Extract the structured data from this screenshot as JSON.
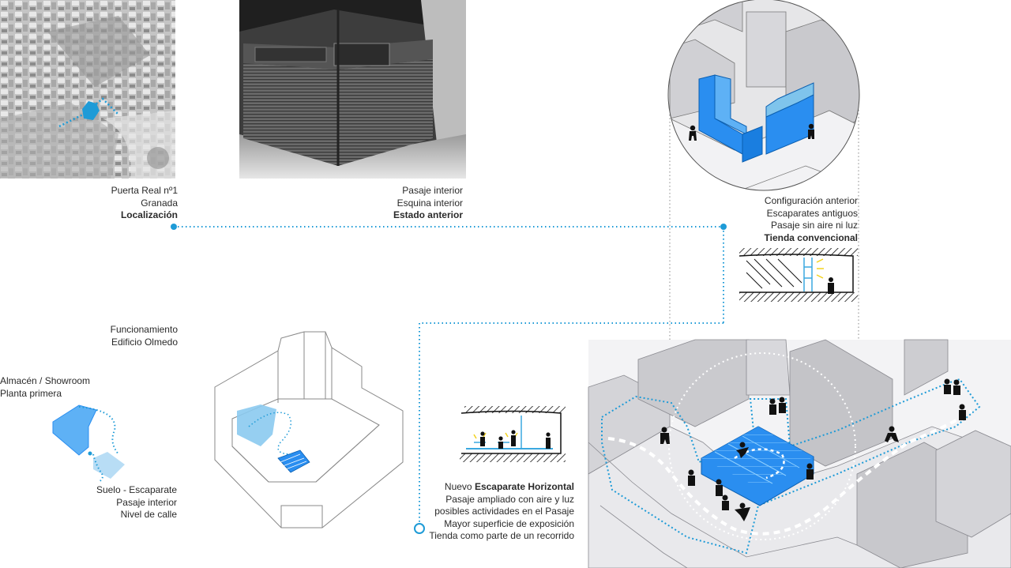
{
  "localizacion": {
    "lines": [
      "Puerta Real nº1",
      "Granada"
    ],
    "title": "Localización"
  },
  "estado": {
    "lines": [
      "Pasaje interior",
      "Esquina interior"
    ],
    "title": "Estado anterior"
  },
  "tienda": {
    "lines": [
      "Configuración anterior",
      "Escaparates antiguos",
      "Pasaje sin aire ni luz"
    ],
    "title": "Tienda convencional"
  },
  "funcionamiento": {
    "lines": [
      "Funcionamiento",
      "Edificio Olmedo"
    ]
  },
  "almacen": {
    "lines": [
      "Almacén / Showroom",
      "Planta primera"
    ]
  },
  "suelo": {
    "lines": [
      "Suelo - Escaparate",
      "Pasaje interior",
      "Nivel de calle"
    ]
  },
  "nuevo": {
    "prefix": "Nuevo ",
    "title": "Escaparate Horizontal",
    "lines": [
      "Pasaje ampliado con aire y luz",
      "posibles actividades en el Pasaje",
      "Mayor superficie de exposición",
      "Tienda como parte de un recorrido"
    ]
  },
  "colors": {
    "accent": "#1e9bd7",
    "glass": "#2a8ef0",
    "light_blue": "#7fc4ec",
    "grey_block": "#d2d2d6"
  }
}
